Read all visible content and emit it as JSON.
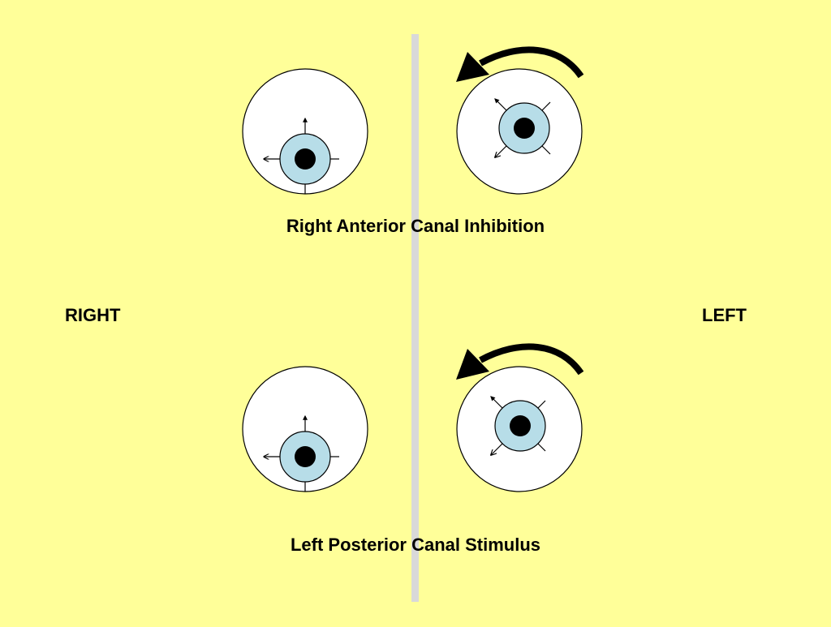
{
  "labels": {
    "top_caption": "Right Anterior Canal Inhibition",
    "bottom_caption": "Left Posterior Canal Stimulus",
    "side_right": "RIGHT",
    "side_left": "LEFT"
  },
  "colors": {
    "background": "#FFFF99",
    "divider": "#D9D9D9",
    "sclera": "#FFFFFF",
    "iris": "#B7DDE8",
    "pupil": "#000000",
    "stroke": "#000000"
  },
  "icons": {
    "rotation_arrow": "curved-arrow-counterclockwise-icon",
    "direction_arrow": "small-arrow-icon"
  }
}
